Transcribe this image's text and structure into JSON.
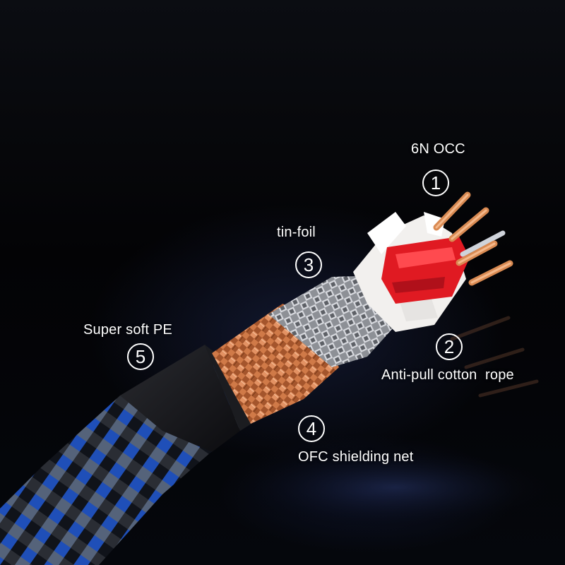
{
  "callouts": [
    {
      "number": "1",
      "label": "6N OCC"
    },
    {
      "number": "2",
      "label": "Anti-pull cotton  rope"
    },
    {
      "number": "3",
      "label": "tin-foil"
    },
    {
      "number": "4",
      "label": "OFC shielding net"
    },
    {
      "number": "5",
      "label": "Super soft PE"
    }
  ]
}
